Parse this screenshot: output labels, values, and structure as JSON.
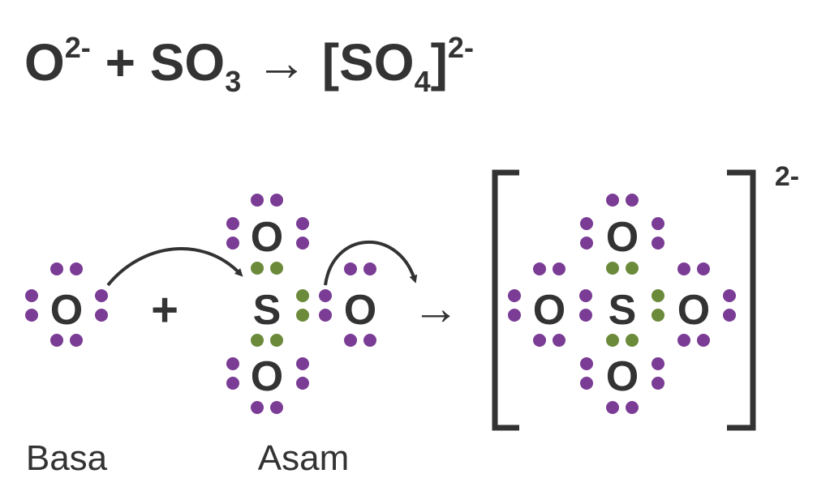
{
  "equation": {
    "reactant1_symbol": "O",
    "reactant1_charge": "2-",
    "plus": "+",
    "reactant2_symbol": "SO",
    "reactant2_subscript": "3",
    "arrow": "→",
    "product_open": "[SO",
    "product_subscript": "4",
    "product_close": "]",
    "product_charge": "2-"
  },
  "diagram": {
    "base_atom": "O",
    "plus": "+",
    "acid_top_o": "O",
    "acid_s": "S",
    "acid_right_o": "O",
    "acid_bottom_o": "O",
    "arrow": "→",
    "product_top_o": "O",
    "product_left_o": "O",
    "product_s": "S",
    "product_right_o": "O",
    "product_bottom_o": "O",
    "product_charge": "2-",
    "label_base": "Basa",
    "label_acid": "Asam"
  },
  "colors": {
    "text": "#333333",
    "lone_pair_electron": "#7a3c95",
    "bonding_electron": "#6b8a3a"
  }
}
